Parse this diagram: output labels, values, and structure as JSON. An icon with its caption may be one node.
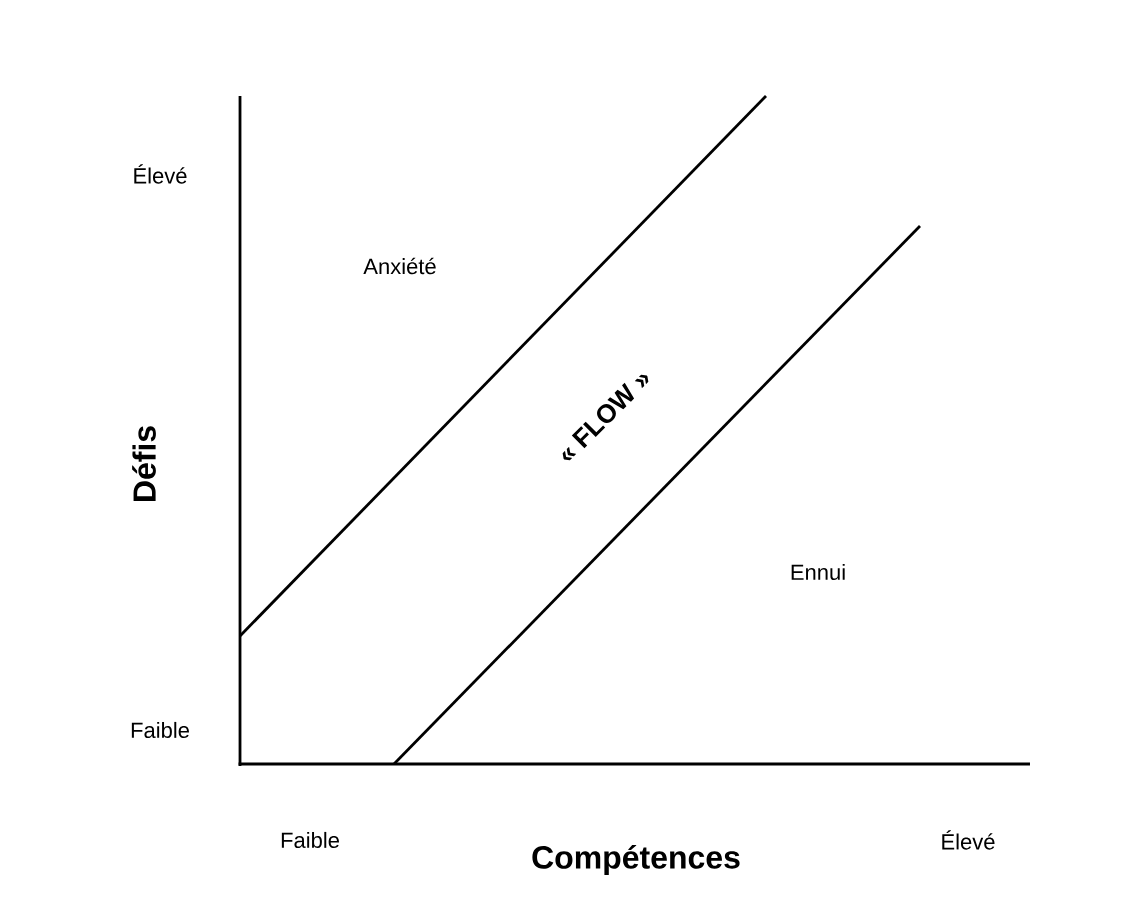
{
  "diagram": {
    "labels": [
      "Élevé",
      "Anxiété",
      "Défis",
      "« FLOW »",
      "Ennui",
      "Faible",
      "Faible",
      "Compétences",
      "Élevé"
    ]
  }
}
